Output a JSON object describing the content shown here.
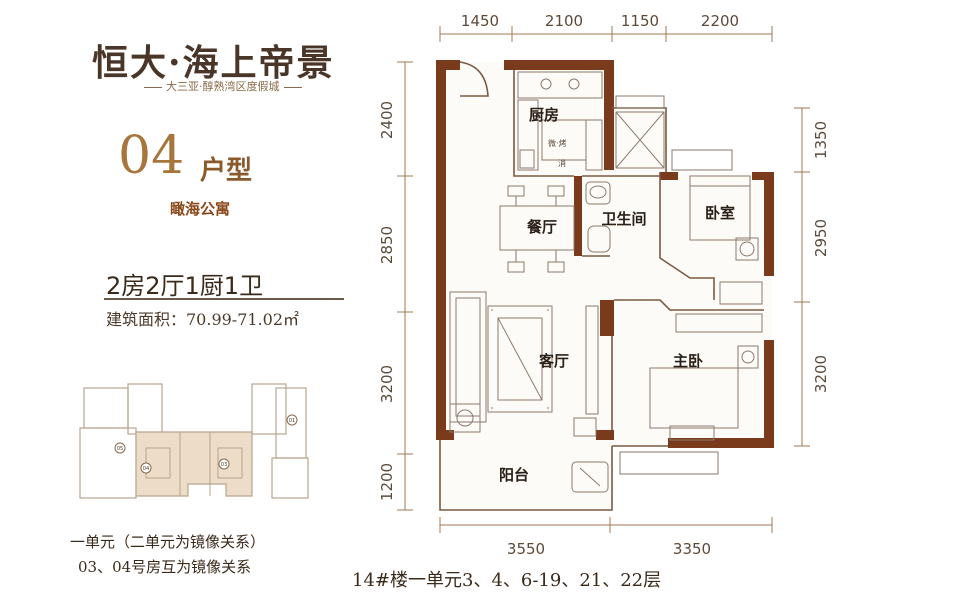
{
  "header": {
    "brand": "恒大·海上帝景",
    "slogan": "大三亚·醇熟湾区度假城",
    "unit_number": "04",
    "unit_type": "户型",
    "view": "瞰海公寓",
    "layout": "2房2厅1厨1卫",
    "area": "建筑面积：70.99-71.02㎡"
  },
  "key_plan": {
    "unit_labels": [
      "05",
      "04",
      "03",
      "01"
    ]
  },
  "notes": {
    "line1": "一单元（二单元为镜像关系",
    "line1_tail": "）",
    "line2": "03、04号房互为镜像关系"
  },
  "floors": "14#楼一单元3、4、6-19、21、22层",
  "plan": {
    "dims_top": [
      "1450",
      "2100",
      "1150",
      "2200"
    ],
    "dims_bottom": [
      "3550",
      "3350"
    ],
    "dims_left": [
      "2400",
      "2850",
      "3200",
      "1200"
    ],
    "dims_right": [
      "1350",
      "2950",
      "3200"
    ],
    "rooms": {
      "kitchen": "厨房",
      "dining": "餐厅",
      "bathroom": "卫生间",
      "bedroom": "卧室",
      "living": "客厅",
      "master": "主卧",
      "balcony": "阳台",
      "microwave": "微·烤",
      "sterilizer": "消"
    },
    "colors": {
      "wall": "#7a3a1c",
      "dim_line": "#a07850",
      "brand": "#a8753c"
    }
  }
}
